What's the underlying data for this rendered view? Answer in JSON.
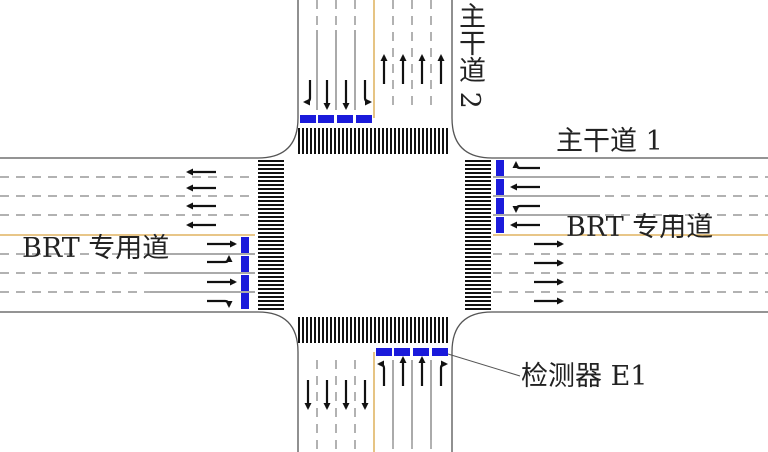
{
  "labels": {
    "main_road_1": "主干道 1",
    "main_road_2": "主干道 2",
    "brt_lane_left": "BRT 专用道",
    "brt_lane_right": "BRT 专用道",
    "detector": "检测器 E1"
  },
  "colors": {
    "road_line": "#555555",
    "lane_dash": "#666666",
    "brt_line": "#d9a441",
    "detector": "#1a1adb",
    "crosswalk": "#111111",
    "arrow": "#111111"
  }
}
